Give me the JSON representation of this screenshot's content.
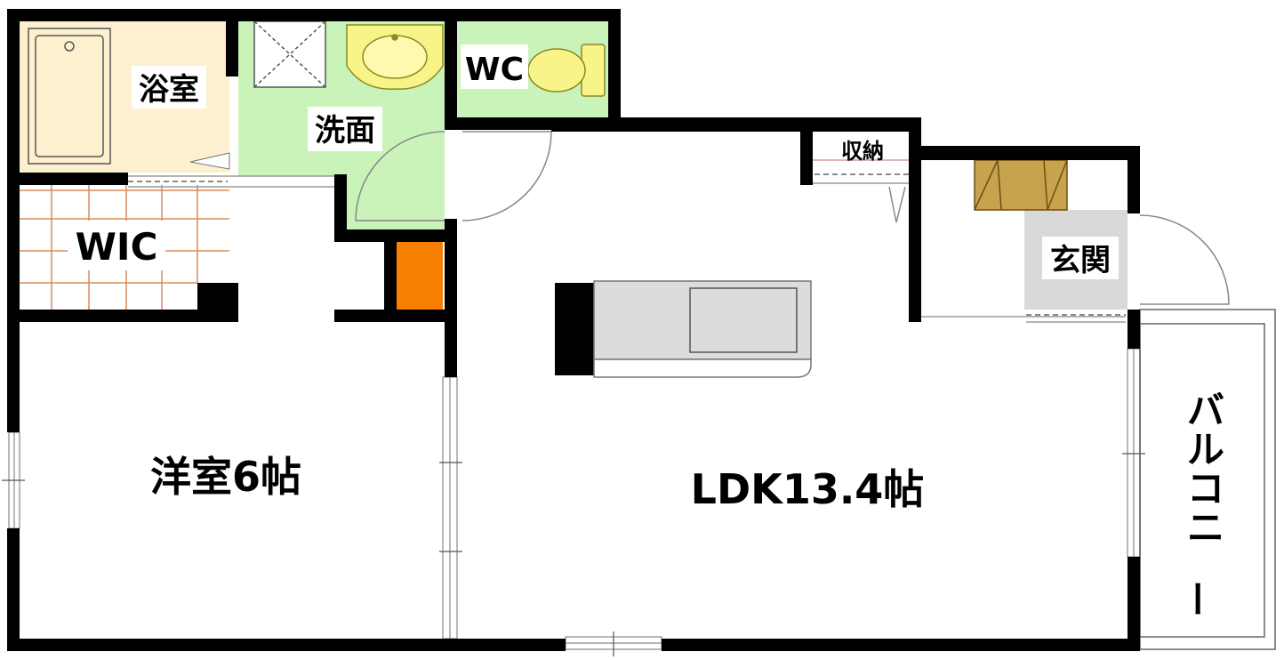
{
  "rooms": {
    "bath": "浴室",
    "washroom": "洗面",
    "toilet": "WC",
    "wic": "WIC",
    "storage": "収納",
    "entrance": "玄関",
    "bedroom": "洋室6帖",
    "ldk": "LDK13.4帖",
    "balcony": "バルコニー"
  },
  "colors": {
    "wall": "#000000",
    "bath_floor": "#fdf0cf",
    "wet_area": "#c9f3b8",
    "entrance_floor": "#d9d9d9",
    "shoe_box": "#c8a34d",
    "fridge_space": "#f78000",
    "fixture": "#f8f48a",
    "kitchen": "#dcdcdc",
    "wic_grid": "#d98b5a"
  }
}
